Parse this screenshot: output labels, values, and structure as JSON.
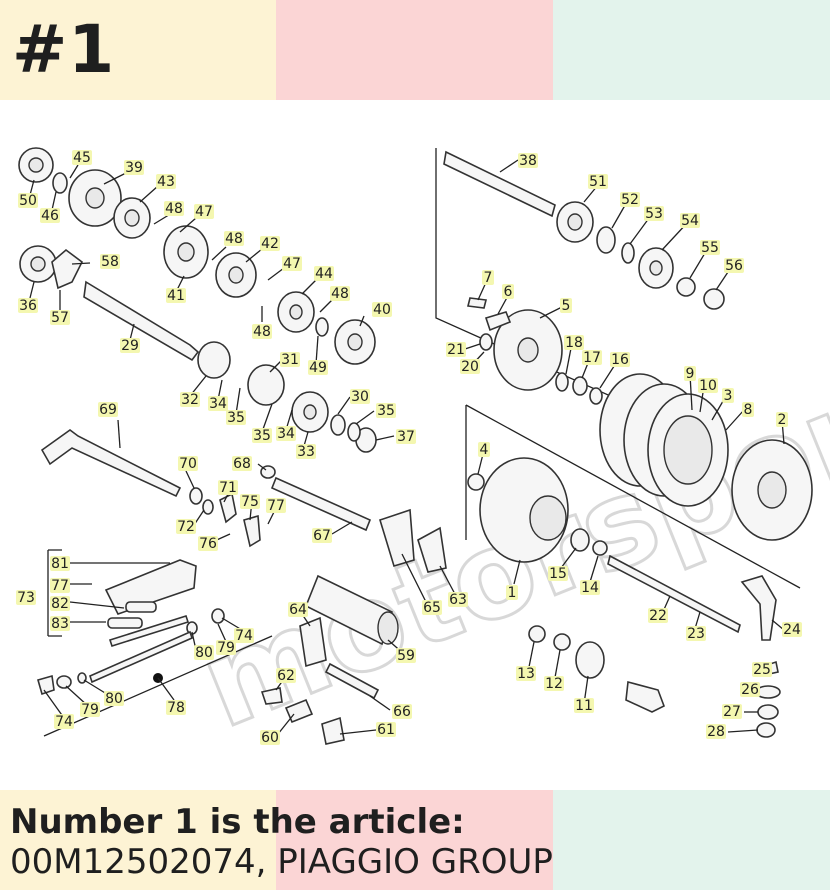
{
  "header": {
    "number": "#1"
  },
  "colors": {
    "band_yellow": "#fdf3d4",
    "band_pink": "#fbd5d5",
    "band_mint": "#e3f3ec"
  },
  "caption": {
    "line1": "Number 1 is the article:",
    "line2": "00M12502074, PIAGGIO GROUP"
  },
  "labels": [
    "1",
    "2",
    "3",
    "4",
    "5",
    "6",
    "7",
    "8",
    "9",
    "10",
    "11",
    "12",
    "13",
    "14",
    "15",
    "16",
    "17",
    "18",
    "20",
    "21",
    "22",
    "23",
    "24",
    "25",
    "26",
    "27",
    "28",
    "29",
    "30",
    "31",
    "32",
    "33",
    "34",
    "34",
    "35",
    "35",
    "35",
    "36",
    "37",
    "38",
    "39",
    "40",
    "41",
    "42",
    "43",
    "44",
    "45",
    "46",
    "47",
    "47",
    "48",
    "48",
    "48",
    "48",
    "49",
    "50",
    "51",
    "52",
    "53",
    "54",
    "55",
    "56",
    "57",
    "58",
    "59",
    "60",
    "61",
    "62",
    "63",
    "64",
    "65",
    "66",
    "67",
    "68",
    "69",
    "70",
    "71",
    "72",
    "73",
    "74",
    "74",
    "75",
    "76",
    "77",
    "77",
    "78",
    "79",
    "79",
    "80",
    "80",
    "81",
    "82",
    "83"
  ]
}
